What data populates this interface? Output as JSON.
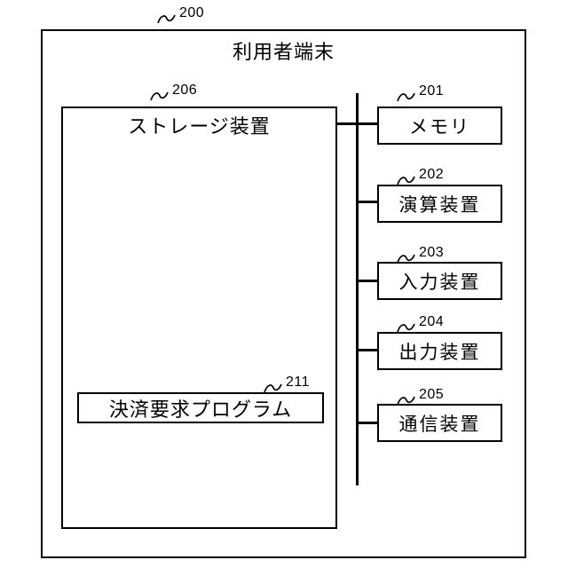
{
  "diagram": {
    "outer": {
      "ref": "200",
      "title": "利用者端末"
    },
    "storage": {
      "ref": "206",
      "label": "ストレージ装置"
    },
    "program": {
      "ref": "211",
      "label": "決済要求プログラム"
    },
    "devices": [
      {
        "ref": "201",
        "label": "メモリ"
      },
      {
        "ref": "202",
        "label": "演算装置"
      },
      {
        "ref": "203",
        "label": "入力装置"
      },
      {
        "ref": "204",
        "label": "出力装置"
      },
      {
        "ref": "205",
        "label": "通信装置"
      }
    ],
    "colors": {
      "line": "#000000",
      "background": "#ffffff"
    }
  }
}
